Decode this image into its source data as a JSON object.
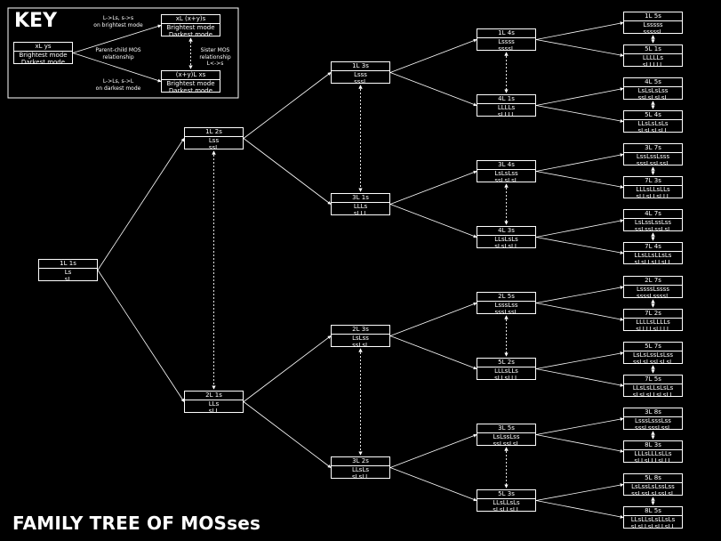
{
  "key": {
    "title": "KEY",
    "generic_node": {
      "name": "xL ys",
      "bright": "Brightest mode",
      "dark": "Darkest mode"
    },
    "bright_child": {
      "name": "xL (x+y)s",
      "bright": "Brightest mode",
      "dark": "Darkest mode"
    },
    "dark_child": {
      "name": "(x+y)L xs",
      "bright": "Brightest mode",
      "dark": "Darkest mode"
    },
    "note_bright": [
      "L->Ls, s->s",
      "on brightest mode"
    ],
    "note_parent_child": [
      "Parent-child MOS",
      "relationship"
    ],
    "note_dark": [
      "L->Ls, s->L",
      "on darkest mode"
    ],
    "note_sister": [
      "Sister MOS",
      "relationship",
      "L<->s"
    ]
  },
  "title": "FAMILY TREE OF MOSses",
  "nodes": [
    {
      "id": "n1L1s",
      "name": "1L 1s",
      "bright": "Ls",
      "dark": "sL"
    },
    {
      "id": "n1L2s",
      "name": "1L 2s",
      "bright": "Lss",
      "dark": "ssL"
    },
    {
      "id": "n2L1s",
      "name": "2L 1s",
      "bright": "LLs",
      "dark": "sLL"
    },
    {
      "id": "n1L3s",
      "name": "1L 3s",
      "bright": "Lsss",
      "dark": "sssL"
    },
    {
      "id": "n3L1s",
      "name": "3L 1s",
      "bright": "LLLs",
      "dark": "sLLL"
    },
    {
      "id": "n2L3s",
      "name": "2L 3s",
      "bright": "LsLss",
      "dark": "ssLsL"
    },
    {
      "id": "n3L2s",
      "name": "3L 2s",
      "bright": "LLsLs",
      "dark": "sLsLL"
    },
    {
      "id": "n1L4s",
      "name": "1L 4s",
      "bright": "Lssss",
      "dark": "ssssL"
    },
    {
      "id": "n4L1s",
      "name": "4L 1s",
      "bright": "LLLLs",
      "dark": "sLLLL"
    },
    {
      "id": "n3L4s",
      "name": "3L 4s",
      "bright": "LsLsLss",
      "dark": "ssLsLsL"
    },
    {
      "id": "n4L3s",
      "name": "4L 3s",
      "bright": "LLsLsLs",
      "dark": "sLsLsLL"
    },
    {
      "id": "n2L5s",
      "name": "2L 5s",
      "bright": "LsssLss",
      "dark": "sssLssL"
    },
    {
      "id": "n5L2s",
      "name": "5L 2s",
      "bright": "LLLsLLs",
      "dark": "sLLsLLL"
    },
    {
      "id": "n3L5s",
      "name": "3L 5s",
      "bright": "LsLssLss",
      "dark": "ssLssLsL"
    },
    {
      "id": "n5L3s",
      "name": "5L 3s",
      "bright": "LLsLLsLs",
      "dark": "sLsLLsLL"
    },
    {
      "id": "n1L5s",
      "name": "1L 5s",
      "bright": "Lsssss",
      "dark": "sssssL"
    },
    {
      "id": "n5L1s",
      "name": "5L 1s",
      "bright": "LLLLLs",
      "dark": "sLLLLL"
    },
    {
      "id": "n4L5s",
      "name": "4L 5s",
      "bright": "LsLsLsLss",
      "dark": "ssLsLsLsL"
    },
    {
      "id": "n5L4s",
      "name": "5L 4s",
      "bright": "LLsLsLsLs",
      "dark": "sLsLsLsLL"
    },
    {
      "id": "n3L7s",
      "name": "3L 7s",
      "bright": "LssLssLsss",
      "dark": "sssLssLssL"
    },
    {
      "id": "n7L3s",
      "name": "7L 3s",
      "bright": "LLLsLLsLLs",
      "dark": "sLLsLLsLLL"
    },
    {
      "id": "n4L7s",
      "name": "4L 7s",
      "bright": "LsLssLssLss",
      "dark": "ssLssLssLsL"
    },
    {
      "id": "n7L4s",
      "name": "7L 4s",
      "bright": "LLsLLsLLsLs",
      "dark": "sLsLLsLLsLL"
    },
    {
      "id": "n2L7s",
      "name": "2L 7s",
      "bright": "LssssLssss",
      "dark": "ssssLssssL"
    },
    {
      "id": "n7L2s",
      "name": "7L 2s",
      "bright": "LLLLsLLLLs",
      "dark": "sLLLLsLLLL"
    },
    {
      "id": "n5L7s",
      "name": "5L 7s",
      "bright": "LsLsLssLsLss",
      "dark": "ssLsLssLsLsL"
    },
    {
      "id": "n7L5s",
      "name": "7L 5s",
      "bright": "LLsLsLLsLsLs",
      "dark": "sLsLsLLsLsLL"
    },
    {
      "id": "n3L8s",
      "name": "3L 8s",
      "bright": "LsssLsssLss",
      "dark": "sssLsssLssL"
    },
    {
      "id": "n8L3s",
      "name": "8L 3s",
      "bright": "LLLsLLLsLLs",
      "dark": "sLLsLLLsLLL"
    },
    {
      "id": "n5L8s",
      "name": "5L 8s",
      "bright": "LsLssLsLssLss",
      "dark": "ssLssLsLssLsL"
    },
    {
      "id": "n8L5s",
      "name": "8L 5s",
      "bright": "LLsLLsLsLLsLs",
      "dark": "sLsLLsLsLLsLL"
    }
  ],
  "colors": {
    "background": "#000000",
    "foreground": "#ffffff"
  }
}
